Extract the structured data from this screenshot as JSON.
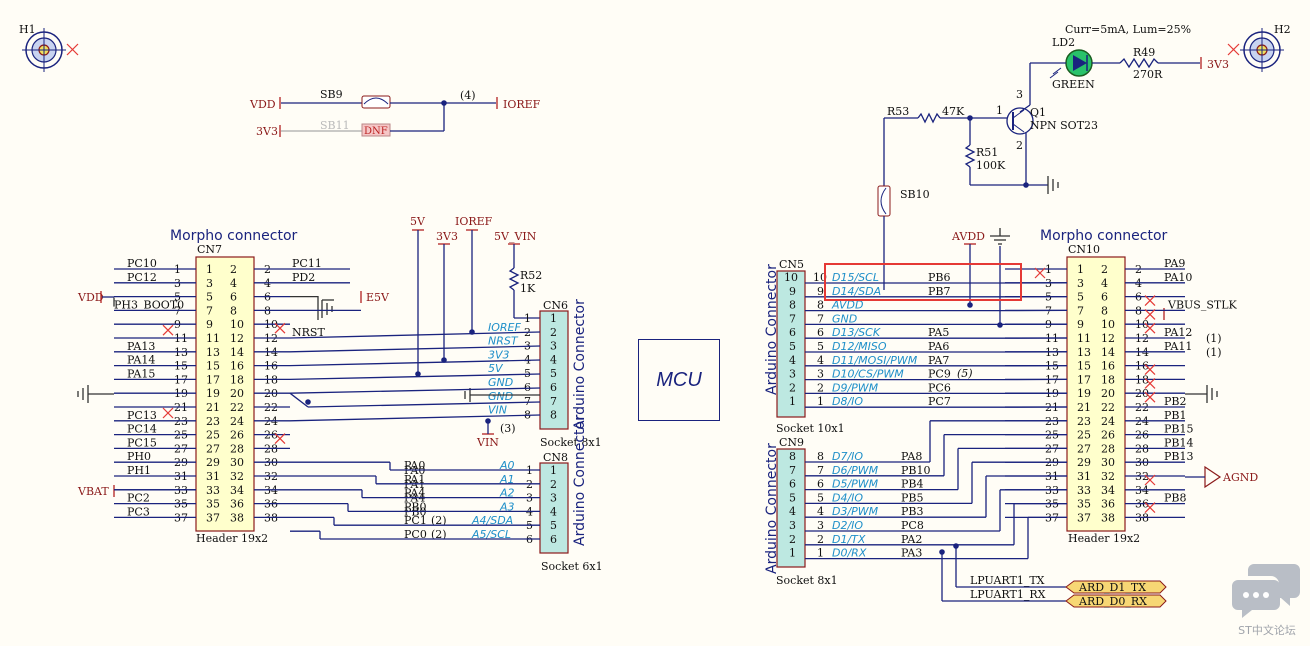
{
  "mcu": {
    "label": "MCU"
  },
  "holes": {
    "h1": "H1",
    "h2": "H2"
  },
  "ioref_section": {
    "sb9": "SB9",
    "sb11": "SB11",
    "dnf": "DNF",
    "vdd": "VDD",
    "v3v3": "3V3",
    "ioref": "IOREF",
    "note": "(4)"
  },
  "led_section": {
    "curr": "Curr=5mA, Lum=25%",
    "ld2": "LD2",
    "green": "GREEN",
    "r49": "R49",
    "r49_val": "270R",
    "v3v3": "3V3",
    "q1": "Q1",
    "q1_type": "NPN SOT23",
    "r53": "R53",
    "r53_val": "47K",
    "r51": "R51",
    "r51_val": "100K",
    "sb10": "SB10",
    "pin1": "1",
    "pin2": "2",
    "pin3": "3"
  },
  "cn7": {
    "title": "Morpho connector",
    "ref": "CN7",
    "footer": "Header 19x2",
    "left_pins": [
      "1",
      "3",
      "5",
      "7",
      "9",
      "11",
      "13",
      "15",
      "17",
      "19",
      "21",
      "23",
      "25",
      "27",
      "29",
      "31",
      "33",
      "35",
      "37"
    ],
    "right_pins": [
      "2",
      "4",
      "6",
      "8",
      "10",
      "12",
      "14",
      "16",
      "18",
      "20",
      "22",
      "24",
      "26",
      "28",
      "30",
      "32",
      "34",
      "36",
      "38"
    ],
    "left_nets": [
      "PC10",
      "PC12",
      "",
      "PH3_BOOT0",
      "",
      "",
      "PA13",
      "PA14",
      "PA15",
      "",
      "",
      "PC13",
      "PC14",
      "PC15",
      "PH0",
      "PH1",
      "",
      "PC2",
      "PC3"
    ],
    "right_nets": [
      "PC11",
      "PD2",
      "",
      "",
      "",
      "NRST",
      "",
      "",
      "",
      "",
      "",
      "",
      "",
      "",
      "",
      "PA0",
      "PA1",
      "PA4",
      "PB0"
    ],
    "vdd": "VDD",
    "vbat": "VBAT",
    "e5v": "E5V"
  },
  "cn6": {
    "ref": "CN6",
    "title": "Arduino Connector",
    "footer": "Socket 8x1",
    "pins": [
      "1",
      "2",
      "3",
      "4",
      "5",
      "6",
      "7",
      "8"
    ],
    "signals": [
      "",
      "IOREF",
      "NRST",
      "3V3",
      "5V",
      "GND",
      "GND",
      "VIN"
    ],
    "power": [
      "5V",
      "3V3",
      "IOREF",
      "5V_VIN"
    ],
    "r52": "R52",
    "r52_val": "1K",
    "vin": "VIN",
    "note": "(3)"
  },
  "cn8": {
    "ref": "CN8",
    "title": "Arduino Connector",
    "footer": "Socket 6x1",
    "pins": [
      "1",
      "2",
      "3",
      "4",
      "5",
      "6"
    ],
    "signals": [
      "A0",
      "A1",
      "A2",
      "A3",
      "A4/SDA",
      "A5/SCL"
    ],
    "nets": [
      "PA0",
      "PA1",
      "PA4",
      "PB0",
      "PC1",
      "PC0"
    ],
    "notes": [
      "",
      "",
      "",
      "",
      "(2)",
      "(2)"
    ]
  },
  "cn5": {
    "ref": "CN5",
    "title": "Arduino Connector",
    "footer": "Socket 10x1",
    "pins": [
      "10",
      "9",
      "8",
      "7",
      "6",
      "5",
      "4",
      "3",
      "2",
      "1"
    ],
    "signals": [
      "D15/SCL",
      "D14/SDA",
      "AVDD",
      "GND",
      "D13/SCK",
      "D12/MISO",
      "D11/MOSI/PWM",
      "D10/CS/PWM",
      "D9/PWM",
      "D8/IO"
    ],
    "nets": [
      "PB6",
      "PB7",
      "",
      "",
      "PA5",
      "PA6",
      "PA7",
      "PC9",
      "PC6",
      "PC7"
    ],
    "pc9_note": "(5)",
    "avdd": "AVDD"
  },
  "cn9": {
    "ref": "CN9",
    "title": "Arduino Connector",
    "footer": "Socket 8x1",
    "pins": [
      "8",
      "7",
      "6",
      "5",
      "4",
      "3",
      "2",
      "1"
    ],
    "signals": [
      "D7/IO",
      "D6/PWM",
      "D5/PWM",
      "D4/IO",
      "D3/PWM",
      "D2/IO",
      "D1/TX",
      "D0/RX"
    ],
    "nets": [
      "PA8",
      "PB10",
      "PB4",
      "PB5",
      "PB3",
      "PC8",
      "PA2",
      "PA3"
    ],
    "lpuart_tx": "LPUART1_TX",
    "lpuart_rx": "LPUART1_RX",
    "ard_tx": "ARD_D1_TX",
    "ard_rx": "ARD_D0_RX"
  },
  "cn10": {
    "title": "Morpho connector",
    "ref": "CN10",
    "footer": "Header 19x2",
    "left_pins": [
      "1",
      "3",
      "5",
      "7",
      "9",
      "11",
      "13",
      "15",
      "17",
      "19",
      "21",
      "23",
      "25",
      "27",
      "29",
      "31",
      "33",
      "35",
      "37"
    ],
    "right_pins": [
      "2",
      "4",
      "6",
      "8",
      "10",
      "12",
      "14",
      "16",
      "18",
      "20",
      "22",
      "24",
      "26",
      "28",
      "30",
      "32",
      "34",
      "36",
      "38"
    ],
    "right_nets": [
      "PA9",
      "PA10",
      "",
      "VBUS_STLK",
      "",
      "PA12",
      "PA11",
      "",
      "",
      "",
      "PB2",
      "PB1",
      "PB15",
      "PB14",
      "PB13",
      "",
      "",
      "PB8",
      ""
    ],
    "notes": {
      "pa12": "(1)",
      "pa11": "(1)"
    },
    "agnd": "AGND"
  },
  "highlight": {
    "color": "#e53935"
  },
  "watermark": {
    "label": "ST中文论坛"
  }
}
